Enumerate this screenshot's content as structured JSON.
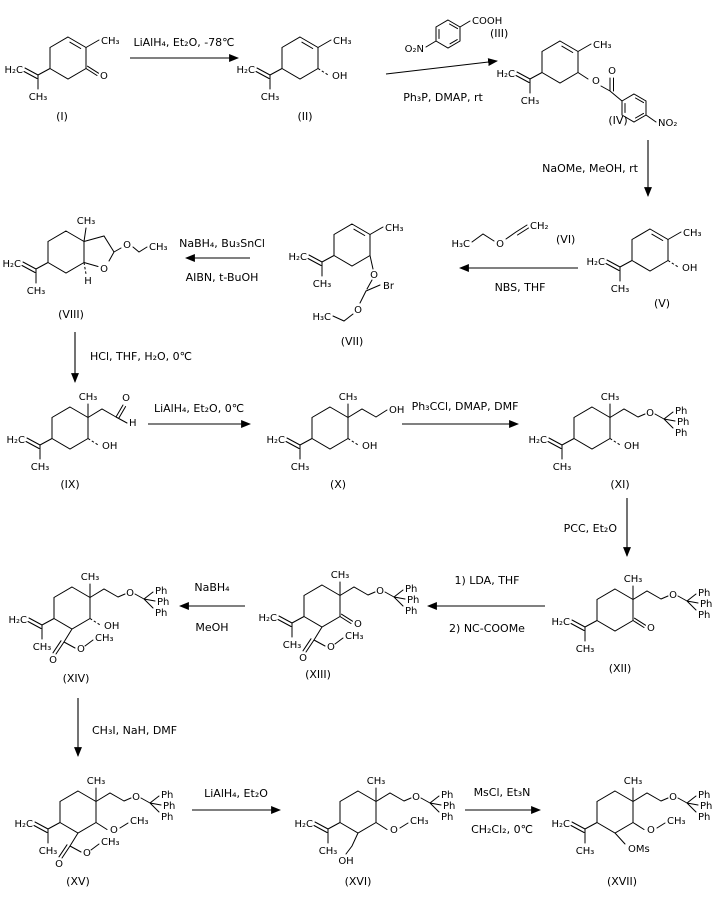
{
  "glyphs": {
    "ch3": "CH₃",
    "h3c": "H₃C",
    "h2c": "H₂C",
    "ch2": "CH₂",
    "o": "O",
    "oh": "OH",
    "h": "H",
    "br": "Br",
    "ph": "Ph",
    "cooh": "COOH",
    "o2n": "O₂N",
    "no2": "NO₂",
    "oms": "OMs"
  },
  "compounds": {
    "I": "(I)",
    "II": "(II)",
    "III": "(III)",
    "IV": "(IV)",
    "V": "(V)",
    "VI": "(VI)",
    "VII": "(VII)",
    "VIII": "(VIII)",
    "IX": "(IX)",
    "X": "(X)",
    "XI": "(XI)",
    "XII": "(XII)",
    "XIII": "(XIII)",
    "XIV": "(XIV)",
    "XV": "(XV)",
    "XVI": "(XVI)",
    "XVII": "(XVII)"
  },
  "steps": {
    "s1": {
      "above": "LiAlH₄, Et₂O, -78℃"
    },
    "s2": {
      "below": "Ph₃P, DMAP, rt"
    },
    "s3": {
      "side": "NaOMe, MeOH, rt"
    },
    "s4": {
      "below": "NBS, THF"
    },
    "s5": {
      "above": "NaBH₄, Bu₃SnCl",
      "below": "AIBN, t-BuOH"
    },
    "s6": {
      "side": "HCl, THF, H₂O, 0℃"
    },
    "s7": {
      "above": "LiAlH₄, Et₂O, 0℃"
    },
    "s8": {
      "above": "Ph₃CCl, DMAP, DMF"
    },
    "s9": {
      "side": "PCC, Et₂O"
    },
    "s10": {
      "above": "1) LDA, THF",
      "below": "2) NC-COOMe"
    },
    "s11": {
      "above": "NaBH₄",
      "below": "MeOH"
    },
    "s12": {
      "side": "CH₃I, NaH, DMF"
    },
    "s13": {
      "above": "LiAlH₄, Et₂O"
    },
    "s14": {
      "above": "MsCl, Et₃N",
      "below": "CH₂Cl₂, 0℃"
    }
  }
}
